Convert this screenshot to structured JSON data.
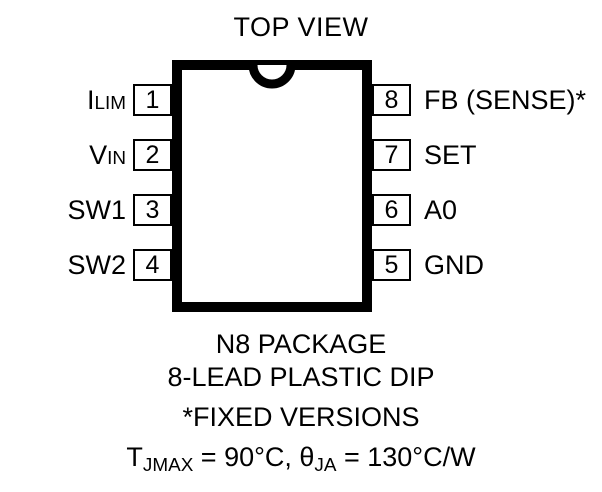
{
  "diagram": {
    "title": "TOP VIEW",
    "package_outline": {
      "notch_shape": "semicircle-notch",
      "line_color": "#000000"
    },
    "pins_left": [
      {
        "number": "1",
        "name": "I",
        "sub": "LIM"
      },
      {
        "number": "2",
        "name": "V",
        "sub": "IN"
      },
      {
        "number": "3",
        "name": "SW1",
        "sub": ""
      },
      {
        "number": "4",
        "name": "SW2",
        "sub": ""
      }
    ],
    "pins_right": [
      {
        "number": "8",
        "name": "FB (SENSE)*",
        "sub": ""
      },
      {
        "number": "7",
        "name": "SET",
        "sub": ""
      },
      {
        "number": "6",
        "name": "A0",
        "sub": ""
      },
      {
        "number": "5",
        "name": "GND",
        "sub": ""
      }
    ],
    "caption": {
      "line1": "N8 PACKAGE",
      "line2": "8-LEAD PLASTIC DIP",
      "line3": "*FIXED VERSIONS",
      "line4_a": "T",
      "line4_a_sub": "JMAX",
      "line4_b": " = 90°C, θ",
      "line4_b_sub": "JA",
      "line4_c": " = 130°C/W"
    }
  }
}
